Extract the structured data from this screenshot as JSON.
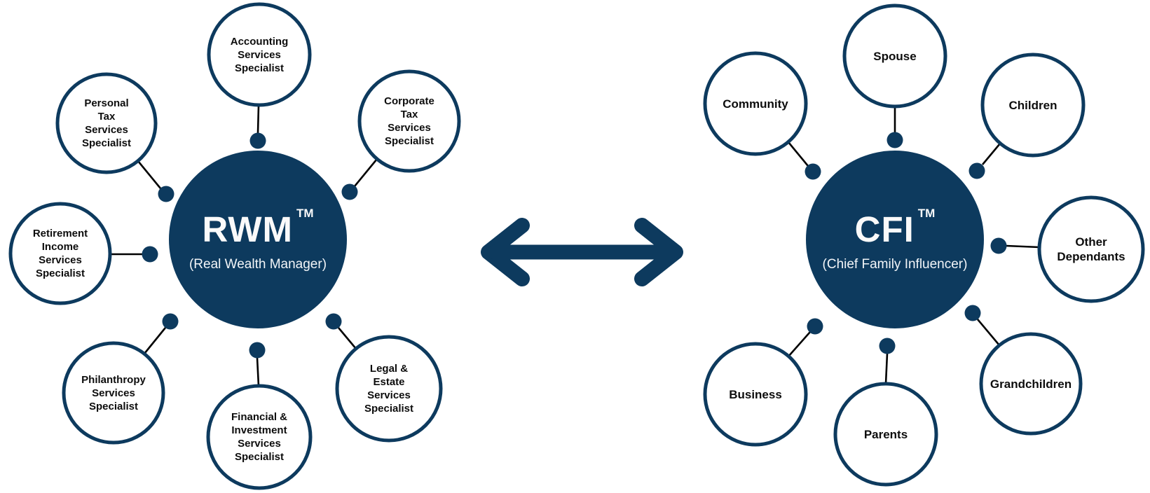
{
  "colors": {
    "navy": "#0d3a5e",
    "connector_line": "#000000",
    "label_text": "#0d0d0d",
    "hub_text": "#fafafa",
    "background": "#ffffff"
  },
  "left_cluster": {
    "hub": {
      "title": "RWM",
      "trademark": "TM",
      "subtitle": "(Real Wealth Manager)"
    },
    "satellites": [
      {
        "id": "accounting",
        "lines": [
          "Accounting",
          "Services",
          "Specialist"
        ]
      },
      {
        "id": "personal-tax",
        "lines": [
          "Personal",
          "Tax",
          "Services",
          "Specialist"
        ]
      },
      {
        "id": "corporate-tax",
        "lines": [
          "Corporate",
          "Tax",
          "Services",
          "Specialist"
        ]
      },
      {
        "id": "retirement-income",
        "lines": [
          "Retirement",
          "Income",
          "Services",
          "Specialist"
        ]
      },
      {
        "id": "philanthropy",
        "lines": [
          "Philanthropy",
          "Services",
          "Specialist"
        ]
      },
      {
        "id": "financial-investment",
        "lines": [
          "Financial &",
          "Investment",
          "Services",
          "Specialist"
        ]
      },
      {
        "id": "legal-estate",
        "lines": [
          "Legal &",
          "Estate",
          "Services",
          "Specialist"
        ]
      }
    ]
  },
  "right_cluster": {
    "hub": {
      "title": "CFI",
      "trademark": "TM",
      "subtitle": "(Chief Family Influencer)"
    },
    "satellites": [
      {
        "id": "spouse",
        "lines": [
          "Spouse"
        ]
      },
      {
        "id": "community",
        "lines": [
          "Community"
        ]
      },
      {
        "id": "children",
        "lines": [
          "Children"
        ]
      },
      {
        "id": "other-dependants",
        "lines": [
          "Other",
          "Dependants"
        ]
      },
      {
        "id": "grandchildren",
        "lines": [
          "Grandchildren"
        ]
      },
      {
        "id": "parents",
        "lines": [
          "Parents"
        ]
      },
      {
        "id": "business",
        "lines": [
          "Business"
        ]
      }
    ]
  },
  "arrow": {
    "type": "double-headed",
    "direction": "horizontal"
  }
}
